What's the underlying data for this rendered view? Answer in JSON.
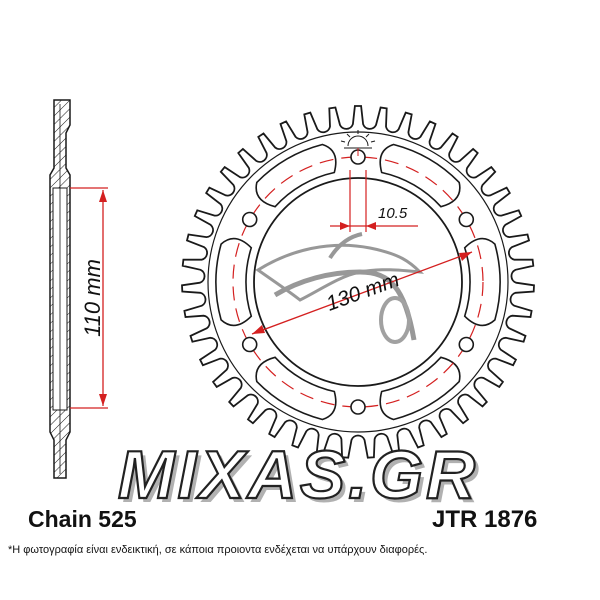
{
  "dimensions": {
    "bolt_circle": "110 mm",
    "center_bore": "130 mm",
    "bolt_hole": "10.5"
  },
  "labels": {
    "chain": "Chain 525",
    "part_number": "JTR 1876"
  },
  "watermark": "MIXAS.GR",
  "disclaimer": "*Η φωτογραφία είναι ενδεικτική, σε κάποια προιοντα ενδέχεται να υπάρχουν διαφορές.",
  "colors": {
    "line": "#1a1a1a",
    "dimension": "#d42020",
    "watermark_fill": "#ffffff",
    "watermark_outline": "#222222"
  }
}
